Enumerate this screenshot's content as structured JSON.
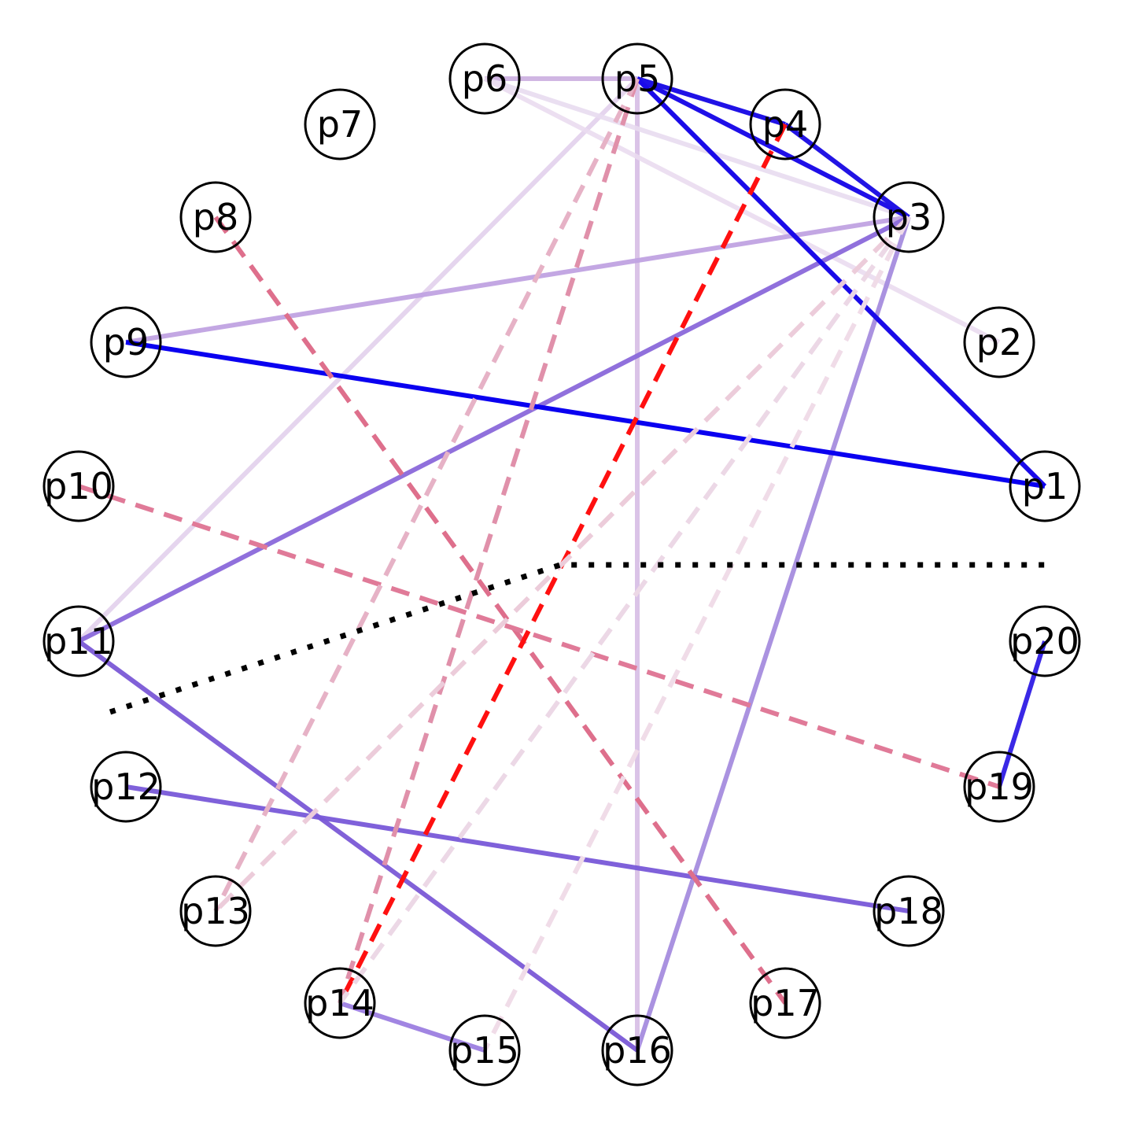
{
  "diagram": {
    "nodes": [
      {
        "id": "p1",
        "label": "p1"
      },
      {
        "id": "p2",
        "label": "p2"
      },
      {
        "id": "p3",
        "label": "p3"
      },
      {
        "id": "p4",
        "label": "p4"
      },
      {
        "id": "p5",
        "label": "p5"
      },
      {
        "id": "p6",
        "label": "p6"
      },
      {
        "id": "p7",
        "label": "p7"
      },
      {
        "id": "p8",
        "label": "p8"
      },
      {
        "id": "p9",
        "label": "p9"
      },
      {
        "id": "p10",
        "label": "p10"
      },
      {
        "id": "p11",
        "label": "p11"
      },
      {
        "id": "p12",
        "label": "p12"
      },
      {
        "id": "p13",
        "label": "p13"
      },
      {
        "id": "p14",
        "label": "p14"
      },
      {
        "id": "p15",
        "label": "p15"
      },
      {
        "id": "p16",
        "label": "p16"
      },
      {
        "id": "p17",
        "label": "p17"
      },
      {
        "id": "p18",
        "label": "p18"
      },
      {
        "id": "p19",
        "label": "p19"
      },
      {
        "id": "p20",
        "label": "p20"
      }
    ],
    "edges": [
      {
        "source": "p5",
        "target": "p6",
        "style": "solid",
        "color": "#cbaee0",
        "opacity": 0.9
      },
      {
        "source": "p5",
        "target": "p16",
        "style": "solid",
        "color": "#d6bde4",
        "opacity": 0.9
      },
      {
        "source": "p5",
        "target": "p11",
        "style": "solid",
        "color": "#e2d0ec",
        "opacity": 0.9
      },
      {
        "source": "p6",
        "target": "p3",
        "style": "solid",
        "color": "#e8dcef",
        "opacity": 0.9
      },
      {
        "source": "p6",
        "target": "p2",
        "style": "solid",
        "color": "#eadcf0",
        "opacity": 0.9
      },
      {
        "source": "p3",
        "target": "p9",
        "style": "solid",
        "color": "#c0a2e2",
        "opacity": 0.95
      },
      {
        "source": "p3",
        "target": "p11",
        "style": "solid",
        "color": "#8a68da",
        "opacity": 0.95
      },
      {
        "source": "p3",
        "target": "p16",
        "style": "solid",
        "color": "#a58cde",
        "opacity": 0.95
      },
      {
        "source": "p11",
        "target": "p16",
        "style": "solid",
        "color": "#7a58d6",
        "opacity": 0.95
      },
      {
        "source": "p12",
        "target": "p18",
        "style": "solid",
        "color": "#7858d8",
        "opacity": 0.95
      },
      {
        "source": "p14",
        "target": "p15",
        "style": "solid",
        "color": "#9c7ee0",
        "opacity": 0.95
      },
      {
        "source": "p5",
        "target": "p3",
        "style": "solid",
        "color": "#1f0fe8",
        "opacity": 1
      },
      {
        "source": "p5",
        "target": "p4",
        "style": "solid",
        "color": "#2012e6",
        "opacity": 1
      },
      {
        "source": "p4",
        "target": "p3",
        "style": "solid",
        "color": "#2214e4",
        "opacity": 1
      },
      {
        "source": "p5",
        "target": "p1",
        "style": "solid",
        "color": "#1a0ae8",
        "opacity": 1
      },
      {
        "source": "p9",
        "target": "p1",
        "style": "solid",
        "color": "#0a00f0",
        "opacity": 1
      },
      {
        "source": "p20",
        "target": "p19",
        "style": "solid",
        "color": "#3a28e6",
        "opacity": 1
      },
      {
        "source": "p8",
        "target": "p17",
        "style": "dashed",
        "color": "#de6f8c",
        "opacity": 1
      },
      {
        "source": "p10",
        "target": "p19",
        "style": "dashed",
        "color": "#e07a98",
        "opacity": 1
      },
      {
        "source": "p4",
        "target": "p14",
        "style": "dashed",
        "color": "#ff1010",
        "opacity": 1
      },
      {
        "source": "p5",
        "target": "p14",
        "style": "dashed",
        "color": "#e090aa",
        "opacity": 1
      },
      {
        "source": "p5",
        "target": "p13",
        "style": "dashed",
        "color": "#e6b2c6",
        "opacity": 1
      },
      {
        "source": "p3",
        "target": "p13",
        "style": "dashed",
        "color": "#ecccda",
        "opacity": 1
      },
      {
        "source": "p3",
        "target": "p15",
        "style": "dashed",
        "color": "#f0dce8",
        "opacity": 1
      },
      {
        "source": "p3",
        "target": "p14",
        "style": "dashed",
        "color": "#ecd8e6",
        "opacity": 1
      }
    ],
    "separator": {
      "style": "dotted",
      "color": "#000000"
    }
  }
}
